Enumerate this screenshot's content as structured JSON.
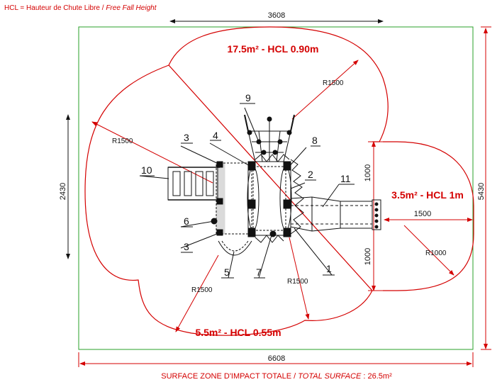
{
  "legend": {
    "prefix": "HCL = Hauteur de Chute Libre / ",
    "english": "Free Fall Height"
  },
  "dimensions": {
    "top_width": "3608",
    "total_width": "6608",
    "left_height": "2430",
    "right_height": "5430",
    "slide_dim_top": "1000",
    "slide_dim_bottom": "1000",
    "slide_length": "1500"
  },
  "zones": {
    "top": "17.5m² - HCL 0.90m",
    "right": "3.5m² - HCL 1m",
    "bottom": "5.5m² - HCL 0.55m"
  },
  "radii": {
    "top": "R1500",
    "left": "R1500",
    "bottom_left": "R1500",
    "bottom_center": "R1500",
    "right": "R1000"
  },
  "callouts": [
    "1",
    "2",
    "3",
    "3",
    "4",
    "5",
    "6",
    "7",
    "8",
    "9",
    "10",
    "11"
  ],
  "footer": {
    "prefix": "SURFACE ZONE D'IMPACT TOTALE / ",
    "english": "TOTAL SURFACE",
    "value": " : 26.5m²"
  },
  "colors": {
    "zone_outline": "#d40000",
    "boundary": "#2aa02a",
    "drawing": "#111111"
  }
}
